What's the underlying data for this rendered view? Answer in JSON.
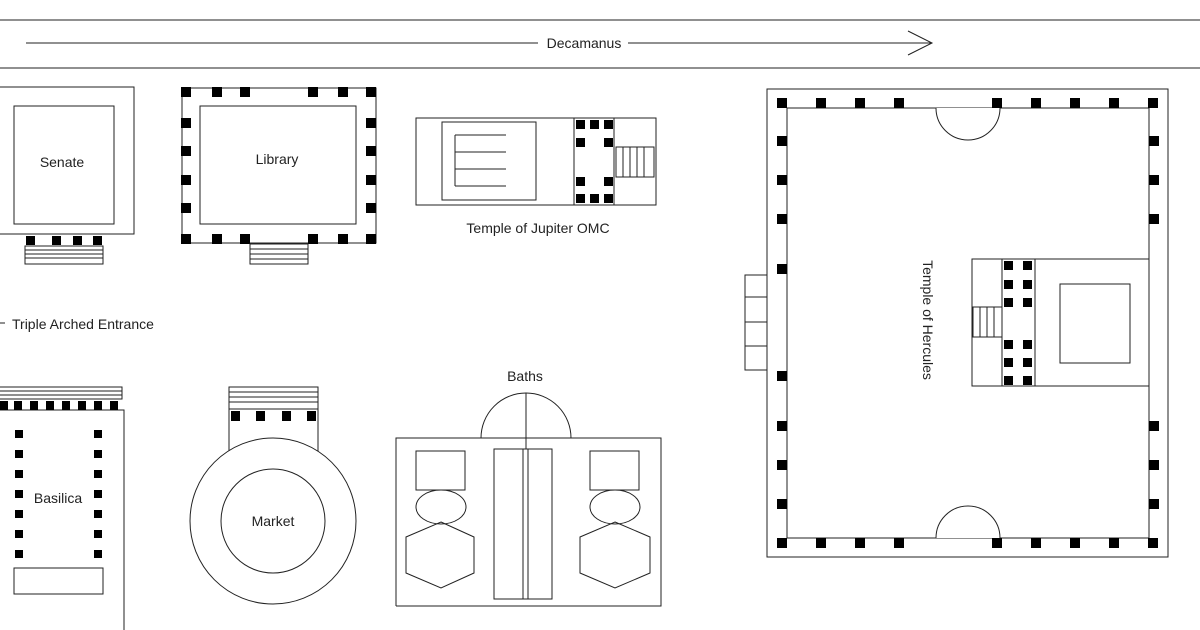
{
  "colors": {
    "ink": "#222222",
    "column": "#000000",
    "paper": "#ffffff"
  },
  "labels": {
    "decamanus": "Decamanus",
    "senate": "Senate",
    "library": "Library",
    "temple_jupiter": "Temple of Jupiter OMC",
    "triple_arched_entrance": "Triple Arched Entrance",
    "baths": "Baths",
    "basilica": "Basilica",
    "market": "Market",
    "temple_hercules": "Temple of Hercules"
  }
}
